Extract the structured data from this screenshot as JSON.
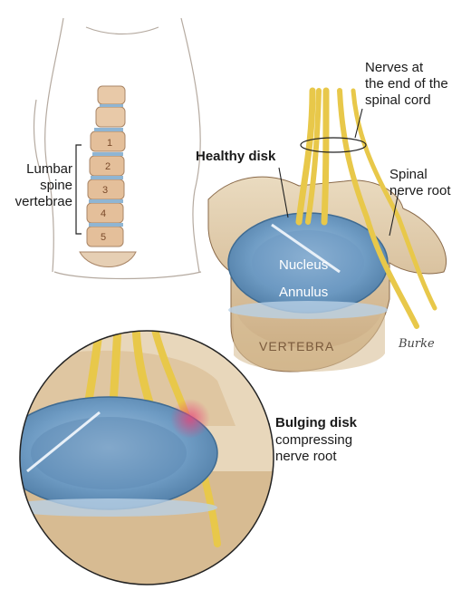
{
  "labels": {
    "nerves_at_end": "Nerves at\nthe end of the\nspinal cord",
    "healthy_disk": "Healthy disk",
    "lumbar": "Lumbar\nspine\nvertebrae",
    "spinal_nerve_root": "Spinal\nnerve root",
    "nucleus": "Nucleus",
    "annulus": "Annulus",
    "vertebra": "VERTEBRA",
    "bulging_disk": "Bulging disk",
    "compressing": "compressing\nnerve root",
    "signature": "Burke"
  },
  "vertebra_numbers": [
    "1",
    "2",
    "3",
    "4",
    "5"
  ],
  "colors": {
    "disk": "#7fa7c9",
    "nerve": "#f0d35a",
    "bone": "#e5d2b3",
    "inflammation": "#e8457a"
  }
}
